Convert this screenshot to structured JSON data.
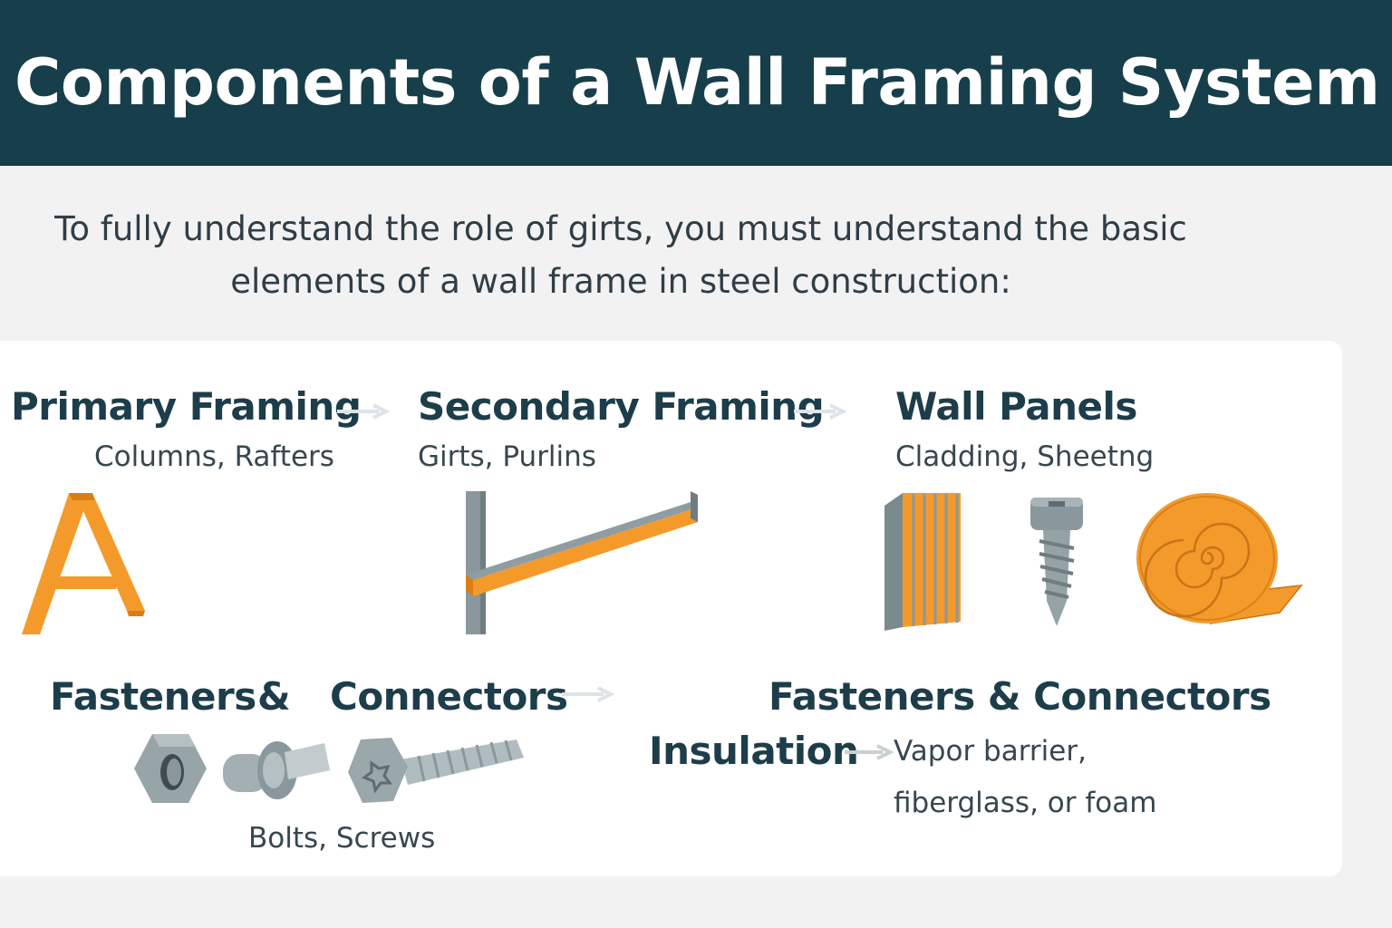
{
  "title": "Components of a Wall Framing System",
  "intro": "To fully understand the role of girts, you must understand the basic elements of a wall frame in steel construction:",
  "primary": {
    "heading": "Primary Framing",
    "sub": "Columns, Rafters"
  },
  "secondary": {
    "heading": "Secondary Framing",
    "sub": "Girts, Purlins"
  },
  "panels": {
    "heading": "Wall Panels",
    "sub": "Cladding, Sheetng"
  },
  "fasteners": {
    "heading_a": "Fasteners",
    "amp": "&",
    "heading_b": "Connectors",
    "sub": "Bolts, Screws"
  },
  "fasteners_right": {
    "heading": "Fasteners & Connectors"
  },
  "insulation": {
    "heading": "Insulation",
    "sub_line1": "Vapor barrier,",
    "sub_line2": "fiberglass, or foam"
  },
  "colors": {
    "header_bg": "#173e4b",
    "accent_orange": "#f39a2b",
    "steel_gray": "#8a989d",
    "text_dark": "#1d3d4a"
  },
  "icons": [
    "a-frame-icon",
    "girt-beam-icon",
    "wall-panel-icon",
    "screw-icon",
    "insulation-roll-icon",
    "hex-nut-icon",
    "bolt-icon",
    "hex-bolt-icon"
  ]
}
